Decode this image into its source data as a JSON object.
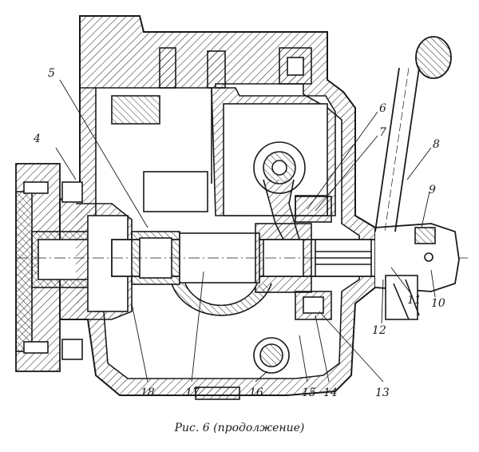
{
  "figure": {
    "caption": "Рис. 6 (продолжение)",
    "labels": {
      "l4": "4",
      "l5": "5",
      "l6": "6",
      "l7": "7",
      "l8": "8",
      "l9": "9",
      "l10": "10",
      "l11": "11",
      "l12": "12",
      "l13": "13",
      "l14": "14",
      "l15": "15",
      "l16": "16",
      "l17": "17",
      "l18": "18"
    },
    "colors": {
      "ink": "#1a1a1a",
      "paper": "#ffffff"
    }
  }
}
